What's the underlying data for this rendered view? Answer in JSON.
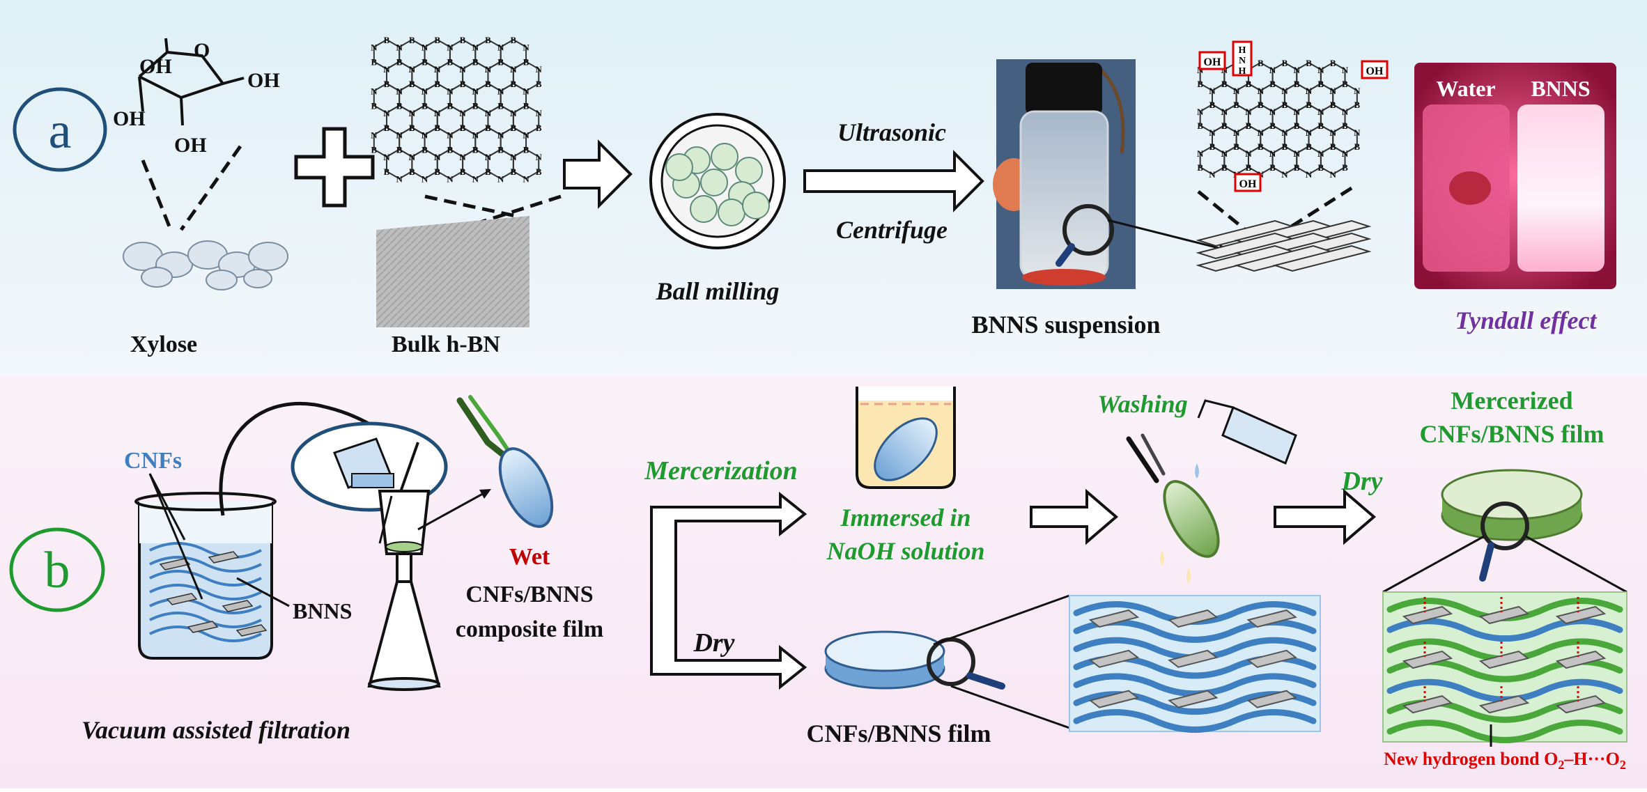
{
  "panel_a": {
    "label": "a",
    "xylose_label": "Xylose",
    "bulk_hbn_label": "Bulk h-BN",
    "ball_milling_label": "Ball milling",
    "ultrasonic_label": "Ultrasonic",
    "centrifuge_label": "Centrifuge",
    "suspension_label": "BNNS suspension",
    "tyndall_label": "Tyndall effect",
    "water_label": "Water",
    "bnns_vial_label": "BNNS",
    "xylose_groups": [
      "OH",
      "OH",
      "OH",
      "OH",
      "O"
    ],
    "bn_atoms": [
      "B",
      "N"
    ],
    "bnns_groups": [
      "OH",
      "OH",
      "OH",
      "H",
      "N",
      "H"
    ]
  },
  "panel_b": {
    "label": "b",
    "cnfs_label": "CNFs",
    "bnns_label": "BNNS",
    "vacuum_label": "Vacuum assisted filtration",
    "wet_label": "Wet",
    "composite_label_1": "CNFs/BNNS",
    "composite_label_2": "composite film",
    "mercerization_label": "Mercerization",
    "immersed_label_1": "Immersed in",
    "immersed_label_2": "NaOH solution",
    "washing_label": "Washing",
    "dry_top_label": "Dry",
    "mercerized_label_1": "Mercerized",
    "mercerized_label_2": "CNFs/BNNS film",
    "dry_bottom_label": "Dry",
    "film_label": "CNFs/BNNS  film",
    "hbond_prefix": "New hydrogen bond O",
    "hbond_sub1": "2",
    "hbond_mid": "–H···O",
    "hbond_sub2": "2"
  },
  "colors": {
    "panel_a_circle": "#1f4e79",
    "panel_b_circle": "#1e9a2e",
    "green_text": "#1e9a2e",
    "wet_red": "#c00000",
    "tyndall_purple": "#7030a0",
    "hbond_red": "#e00000",
    "cnf_blue": "#3d7fc1",
    "cnf_green": "#4aa83a"
  }
}
